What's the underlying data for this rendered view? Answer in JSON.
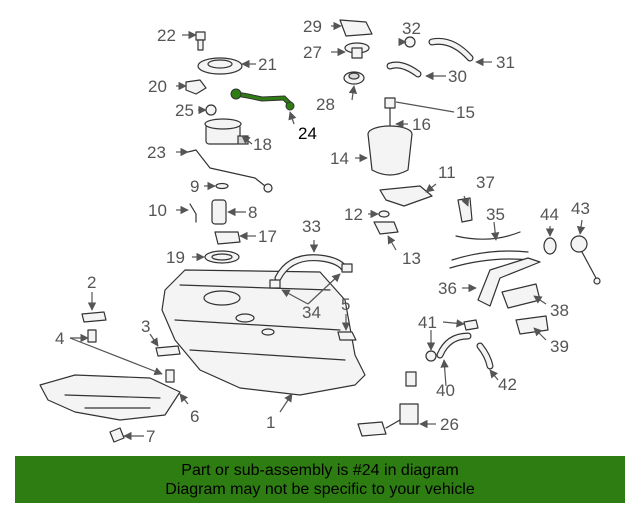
{
  "diagram": {
    "highlight_part": "24",
    "highlight_color": "#2e7d12",
    "callouts": [
      "1",
      "2",
      "3",
      "4",
      "5",
      "6",
      "7",
      "8",
      "9",
      "10",
      "11",
      "12",
      "13",
      "14",
      "15",
      "16",
      "17",
      "18",
      "19",
      "20",
      "21",
      "22",
      "23",
      "24",
      "25",
      "26",
      "27",
      "28",
      "29",
      "30",
      "31",
      "32",
      "33",
      "34",
      "35",
      "36",
      "37",
      "38",
      "39",
      "40",
      "41",
      "42",
      "43",
      "44"
    ]
  },
  "footer": {
    "line1": "Part or sub-assembly is #24 in diagram",
    "line2": "Diagram may not be specific to your vehicle",
    "background": "#2e7d12"
  }
}
